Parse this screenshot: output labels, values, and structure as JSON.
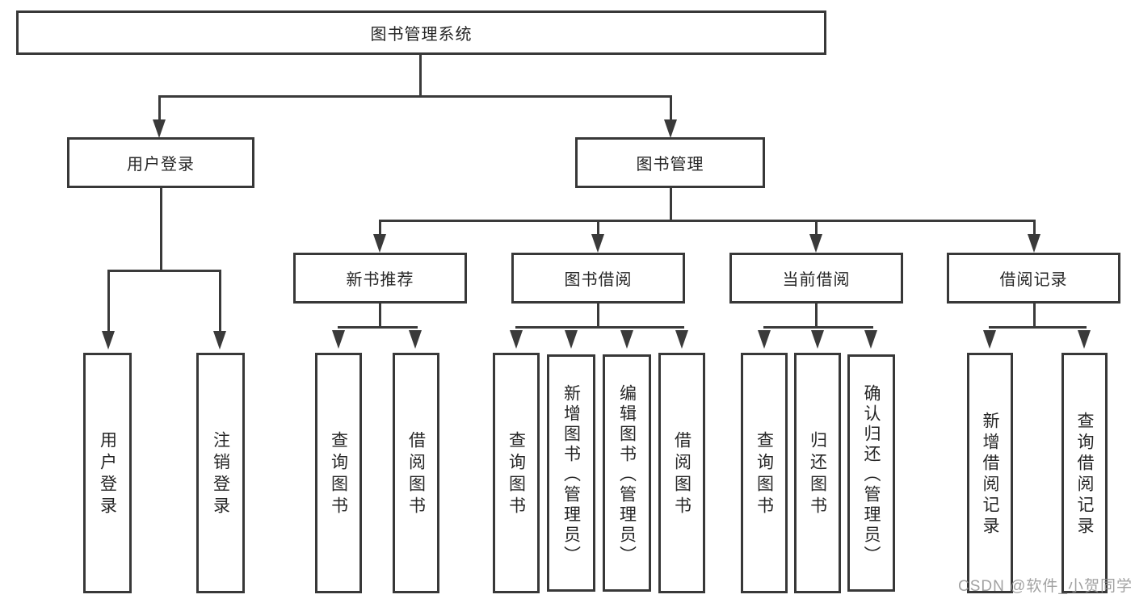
{
  "diagram": {
    "title": "图书管理系统",
    "root": {
      "label": "图书管理系统"
    },
    "level2": [
      {
        "label": "用户登录"
      },
      {
        "label": "图书管理"
      }
    ],
    "level3": [
      {
        "label": "新书推荐"
      },
      {
        "label": "图书借阅"
      },
      {
        "label": "当前借阅"
      },
      {
        "label": "借阅记录"
      }
    ],
    "leaves": {
      "user_login": [
        {
          "label": "用户登录"
        },
        {
          "label": "注销登录"
        }
      ],
      "new_book": [
        {
          "label": "查询图书"
        },
        {
          "label": "借阅图书"
        }
      ],
      "book_borrow": [
        {
          "label": "查询图书"
        },
        {
          "label": "新增图书（管理员）"
        },
        {
          "label": "编辑图书（管理员）"
        },
        {
          "label": "借阅图书"
        }
      ],
      "current_borrow": [
        {
          "label": "查询图书"
        },
        {
          "label": "归还图书"
        },
        {
          "label": "确认归还（管理员）"
        }
      ],
      "records": [
        {
          "label": "新增借阅记录"
        },
        {
          "label": "查询借阅记录"
        }
      ]
    }
  },
  "watermark": {
    "text": "CSDN @软件_小贺同学"
  },
  "colors": {
    "line": "#3a3a3a",
    "box_border": "#383838",
    "text": "#262626",
    "watermark": "#949494",
    "background": "#ffffff"
  }
}
